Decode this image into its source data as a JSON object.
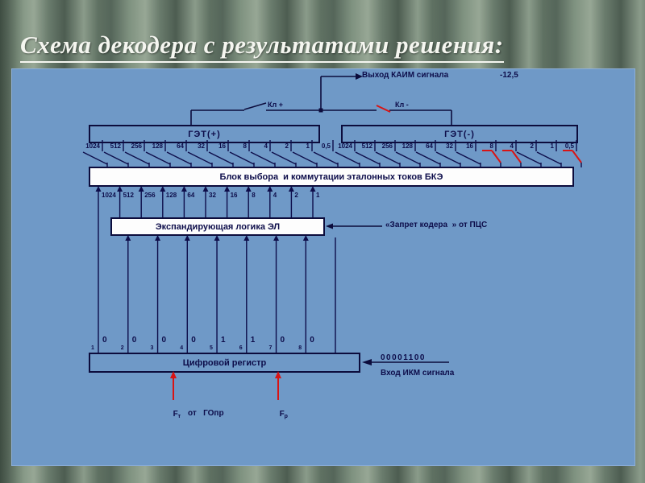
{
  "slide": {
    "title": "Схема декодера с результатами решения:"
  },
  "colors": {
    "panel_blue": "#6f99c7",
    "line_navy": "#0d0d4a",
    "accent_red": "#d81414",
    "box_white": "#fdfdfd",
    "title_white": "#f5f6f0"
  },
  "diagram": {
    "output_label": "Выход КАИМ сигнала",
    "output_value": "-12,5",
    "switch_plus_label": "Кл +",
    "switch_minus_label": "Кл -",
    "get_plus": {
      "label": "ГЭТ(+)",
      "weights": [
        {
          "label": "1024",
          "closed": false
        },
        {
          "label": "512",
          "closed": false
        },
        {
          "label": "256",
          "closed": false
        },
        {
          "label": "128",
          "closed": false
        },
        {
          "label": "64",
          "closed": false
        },
        {
          "label": "32",
          "closed": false
        },
        {
          "label": "16",
          "closed": false
        },
        {
          "label": "8",
          "closed": false
        },
        {
          "label": "4",
          "closed": false
        },
        {
          "label": "2",
          "closed": false
        },
        {
          "label": "1",
          "closed": false
        },
        {
          "label": "0,5",
          "closed": false
        }
      ]
    },
    "get_minus": {
      "label": "ГЭТ(-)",
      "weights": [
        {
          "label": "1024",
          "closed": false
        },
        {
          "label": "512",
          "closed": false
        },
        {
          "label": "256",
          "closed": false
        },
        {
          "label": "128",
          "closed": false
        },
        {
          "label": "64",
          "closed": false
        },
        {
          "label": "32",
          "closed": false
        },
        {
          "label": "16",
          "closed": false
        },
        {
          "label": "8",
          "closed": true
        },
        {
          "label": "4",
          "closed": true
        },
        {
          "label": "2",
          "closed": false
        },
        {
          "label": "1",
          "closed": false
        },
        {
          "label": "0,5",
          "closed": true
        }
      ]
    },
    "bke_label": "Блок выбора  и коммутации эталонных токов БКЭ",
    "expander_weights": [
      "1024",
      "512",
      "256",
      "128",
      "64",
      "32",
      "16",
      "8",
      "4",
      "2",
      "1"
    ],
    "el_label": "Экспандирующая логика ЭЛ",
    "inhibit_label": "«Запрет кодера  » от ПЦС",
    "register": {
      "label": "Цифровой регистр",
      "bits": [
        {
          "index": "1",
          "value": "0"
        },
        {
          "index": "2",
          "value": "0"
        },
        {
          "index": "3",
          "value": "0"
        },
        {
          "index": "4",
          "value": "0"
        },
        {
          "index": "5",
          "value": "1"
        },
        {
          "index": "6",
          "value": "1"
        },
        {
          "index": "7",
          "value": "0"
        },
        {
          "index": "8",
          "value": "0"
        }
      ]
    },
    "pcm_code": "00001100",
    "pcm_input_label": "Вход ИКМ сигнала",
    "clock_ft": {
      "base": "F",
      "sub": "т"
    },
    "clock_fr": {
      "base": "F",
      "sub": "р"
    },
    "clock_source_label": "от   ГОпр"
  }
}
